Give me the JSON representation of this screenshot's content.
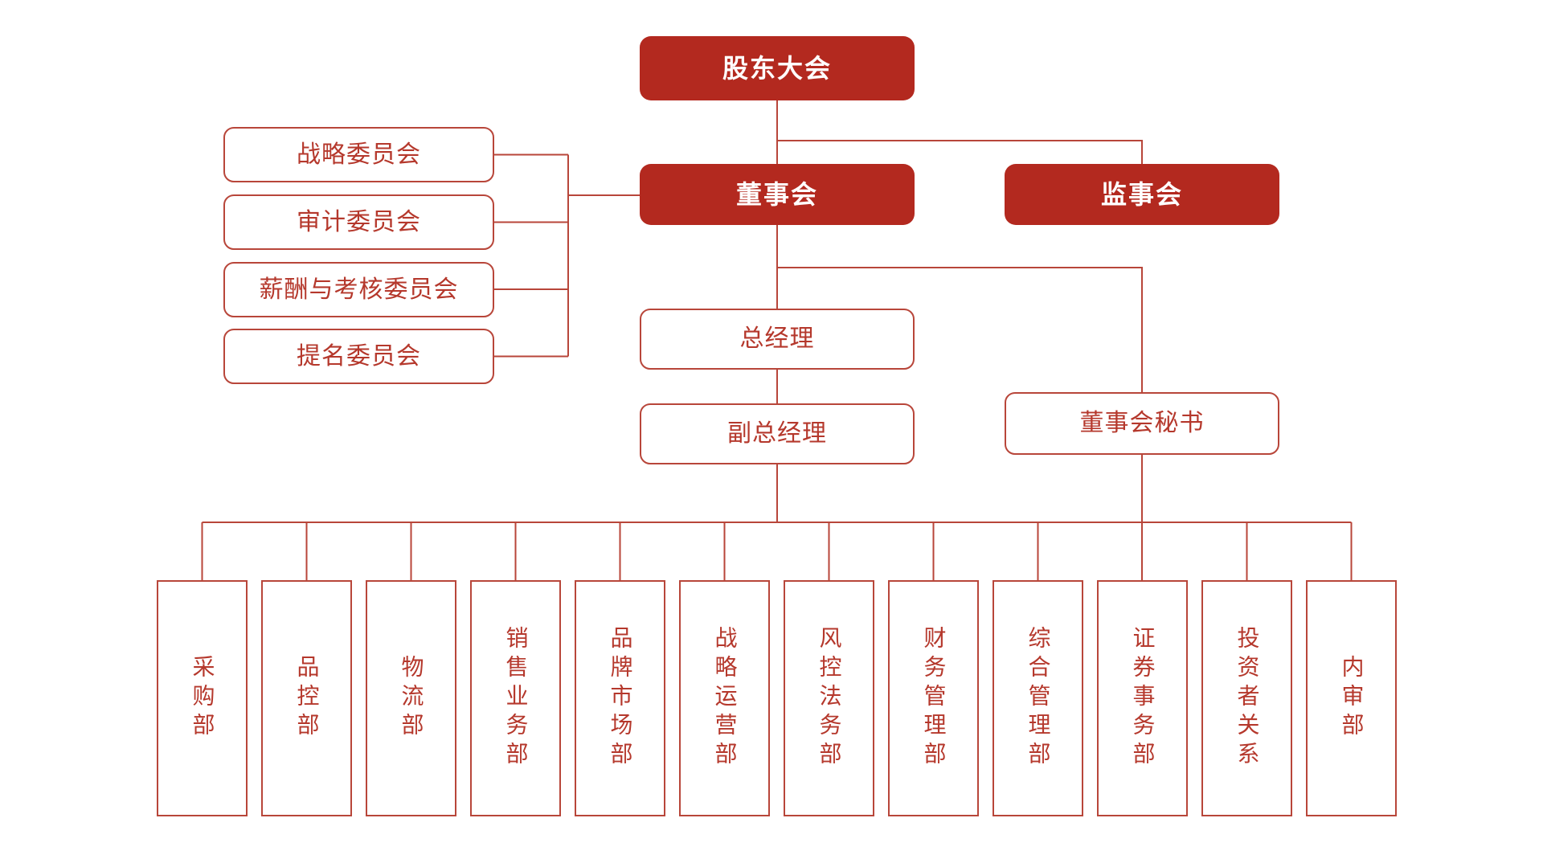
{
  "palette": {
    "background": "#FFFFFF",
    "fill_red": "#B3291F",
    "line_red": "#B8463A",
    "text_red": "#B5382C",
    "text_on_fill": "#FFFFFF"
  },
  "org": {
    "shareholders_label": "股东大会",
    "board_label": "董事会",
    "supervisory_label": "监事会",
    "committees": [
      {
        "label": "战略委员会"
      },
      {
        "label": "审计委员会"
      },
      {
        "label": "薪酬与考核委员会"
      },
      {
        "label": "提名委员会"
      }
    ],
    "general_manager_label": "总经理",
    "deputy_general_manager_label": "副总经理",
    "board_secretary_label": "董事会秘书",
    "departments": [
      {
        "label": "采购部"
      },
      {
        "label": "品控部"
      },
      {
        "label": "物流部"
      },
      {
        "label": "销售业务部"
      },
      {
        "label": "品牌市场部"
      },
      {
        "label": "战略运营部"
      },
      {
        "label": "风控法务部"
      },
      {
        "label": "财务管理部"
      },
      {
        "label": "综合管理部"
      },
      {
        "label": "证券事务部"
      },
      {
        "label": "投资者关系"
      },
      {
        "label": "内审部"
      }
    ],
    "edges": [
      [
        "股东大会",
        "董事会"
      ],
      [
        "股东大会",
        "监事会"
      ],
      [
        "董事会",
        "战略委员会"
      ],
      [
        "董事会",
        "审计委员会"
      ],
      [
        "董事会",
        "薪酬与考核委员会"
      ],
      [
        "董事会",
        "提名委员会"
      ],
      [
        "董事会",
        "总经理"
      ],
      [
        "董事会",
        "董事会秘书"
      ],
      [
        "总经理",
        "副总经理"
      ],
      [
        "副总经理",
        "采购部"
      ],
      [
        "副总经理",
        "品控部"
      ],
      [
        "副总经理",
        "物流部"
      ],
      [
        "副总经理",
        "销售业务部"
      ],
      [
        "副总经理",
        "品牌市场部"
      ],
      [
        "副总经理",
        "战略运营部"
      ],
      [
        "副总经理",
        "风控法务部"
      ],
      [
        "副总经理",
        "财务管理部"
      ],
      [
        "副总经理",
        "综合管理部"
      ],
      [
        "董事会秘书",
        "证券事务部"
      ],
      [
        "副总经理",
        "投资者关系"
      ],
      [
        "副总经理",
        "内审部"
      ]
    ]
  }
}
